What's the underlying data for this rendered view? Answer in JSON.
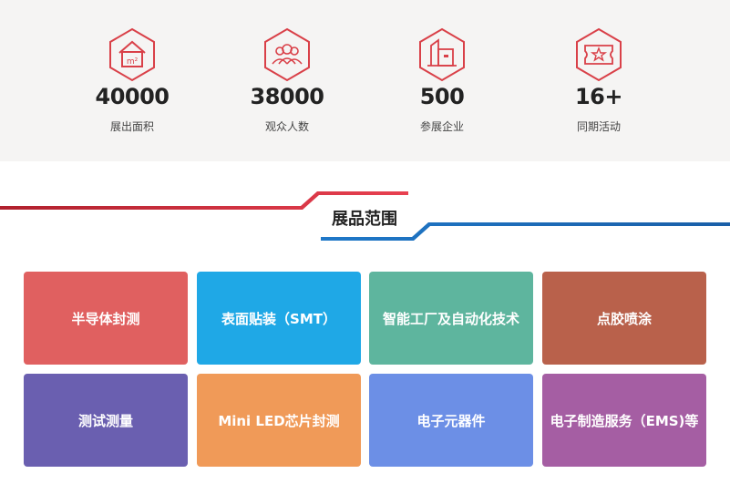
{
  "stats": [
    {
      "icon": "house-area-icon",
      "value": "40000",
      "label": "展出面积"
    },
    {
      "icon": "people-icon",
      "value": "38000",
      "label": "观众人数"
    },
    {
      "icon": "building-icon",
      "value": "500",
      "label": "参展企业"
    },
    {
      "icon": "ticket-star-icon",
      "value": "16+",
      "label": "同期活动"
    }
  ],
  "section": {
    "title": "展品范围"
  },
  "categories": [
    {
      "label": "半导体封测",
      "color": "#e06060"
    },
    {
      "label": "表面贴装（SMT）",
      "color": "#1fa8e6"
    },
    {
      "label": "智能工厂及自动化技术",
      "color": "#5eb59e"
    },
    {
      "label": "点胶喷涂",
      "color": "#b9614b"
    },
    {
      "label": "测试测量",
      "color": "#6a5fb0"
    },
    {
      "label": "Mini LED芯片封测",
      "color": "#f09a58"
    },
    {
      "label": "电子元器件",
      "color": "#6c8fe6"
    },
    {
      "label": "电子制造服务（EMS)等",
      "color": "#a55ea3"
    }
  ],
  "colors": {
    "accent_red": "#e03040",
    "accent_blue": "#1f72c0",
    "icon_red": "#d94048"
  }
}
